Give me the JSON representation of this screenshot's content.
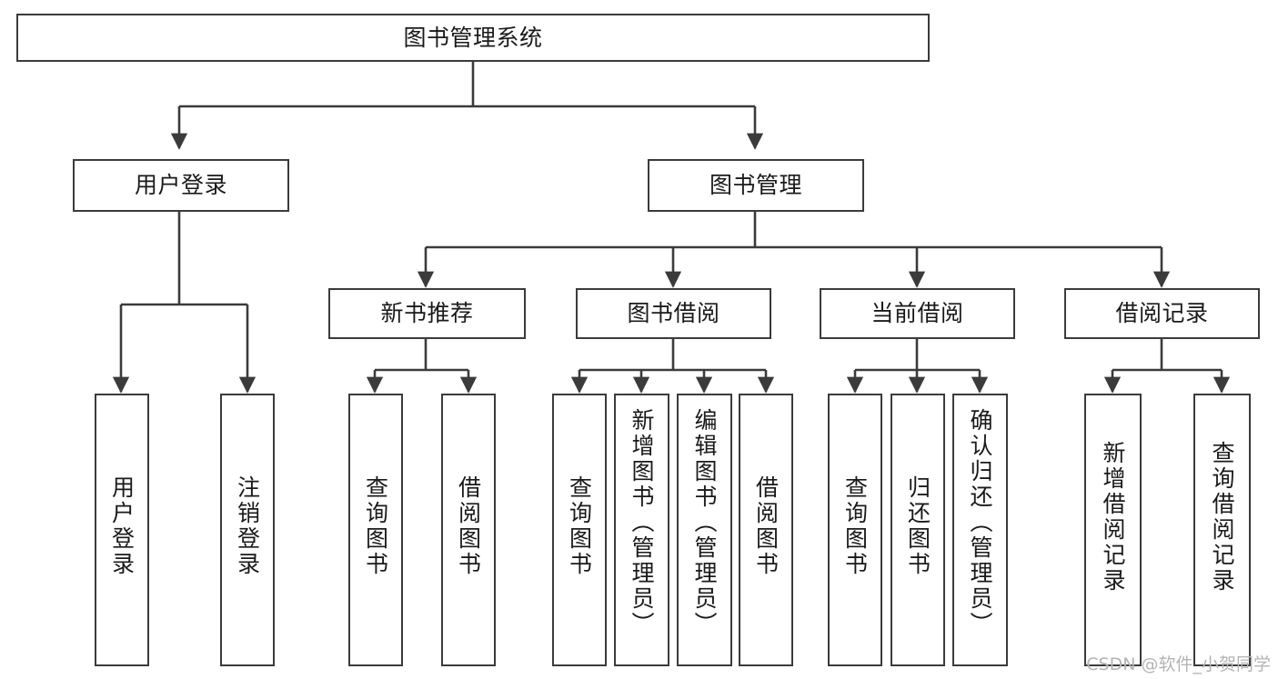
{
  "diagram": {
    "title": "图书管理系统",
    "type": "hierarchy-tree",
    "watermark": "CSDN @软件_小贺同学",
    "colors": {
      "stroke": "#3b3b3b",
      "fill": "#ffffff",
      "text": "#1a1a1a",
      "watermark": "#b4b4b4"
    },
    "root": {
      "label": "图书管理系统"
    },
    "level2": [
      {
        "label": "用户登录"
      },
      {
        "label": "图书管理"
      }
    ],
    "level3": [
      {
        "label": "新书推荐"
      },
      {
        "label": "图书借阅"
      },
      {
        "label": "当前借阅"
      },
      {
        "label": "借阅记录"
      }
    ],
    "leaves": {
      "user_login": [
        {
          "label": "用户登录"
        },
        {
          "label": "注销登录"
        }
      ],
      "new_book": [
        {
          "label": "查询图书"
        },
        {
          "label": "借阅图书"
        }
      ],
      "book_borrow": [
        {
          "label": "查询图书"
        },
        {
          "label": "新增图书（管理员）"
        },
        {
          "label": "编辑图书（管理员）"
        },
        {
          "label": "借阅图书"
        }
      ],
      "current_borrow": [
        {
          "label": "查询图书"
        },
        {
          "label": "归还图书"
        },
        {
          "label": "确认归还（管理员）"
        }
      ],
      "borrow_record": [
        {
          "label": "新增借阅记录"
        },
        {
          "label": "查询借阅记录"
        }
      ]
    }
  }
}
